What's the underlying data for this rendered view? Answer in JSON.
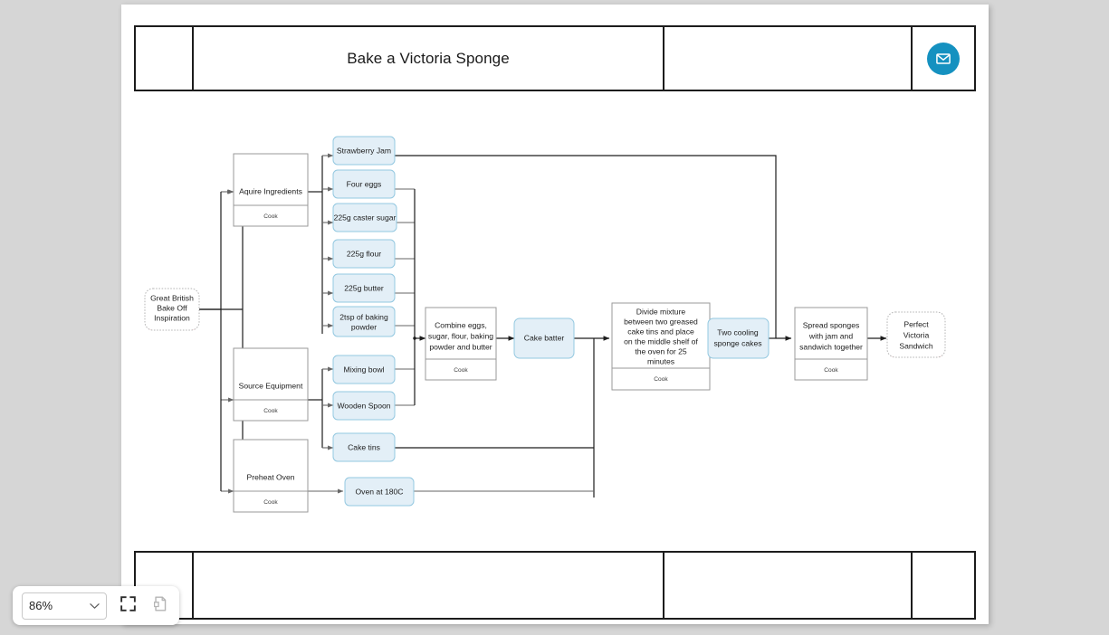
{
  "document": {
    "header": {
      "title": "Bake a Victoria Sponge",
      "cells": [
        "",
        "Bake a Victoria Sponge",
        "",
        ""
      ],
      "icon": "envelope-icon",
      "icon_color": "#1591c0"
    },
    "footer": {
      "cells": [
        "",
        "",
        "",
        ""
      ]
    }
  },
  "zoom_control": {
    "level": "86%",
    "chevron": "chevron-down-icon",
    "fit_icon": "fit-to-screen-icon",
    "page_icon": "page-icon"
  },
  "colors": {
    "canvas": "#ffffff",
    "background": "#d6d6d6",
    "process_fill": "#ffffff",
    "process_stroke": "#9a9a9a",
    "data_fill": "#e3eff7",
    "data_stroke": "#93c8e0",
    "terminator_stroke": "#b6b6b6",
    "terminator_accent": "#e8000d",
    "edge": "#666666",
    "edge_dark": "#1d1d1d",
    "accent": "#1591c0"
  },
  "flowchart": {
    "pool_label": "Cook",
    "nodes": [
      {
        "id": "start",
        "type": "terminator",
        "label": [
          "Great British",
          "Bake Off",
          "Inspiration"
        ]
      },
      {
        "id": "acquire",
        "type": "process",
        "label": [
          "Aquire Ingredients"
        ],
        "pool": "Cook"
      },
      {
        "id": "source",
        "type": "process",
        "label": [
          "Source Equipment"
        ],
        "pool": "Cook"
      },
      {
        "id": "preheat",
        "type": "process",
        "label": [
          "Preheat Oven"
        ],
        "pool": "Cook"
      },
      {
        "id": "jam",
        "type": "data",
        "label": [
          "Strawberry Jam"
        ]
      },
      {
        "id": "eggs",
        "type": "data",
        "label": [
          "Four eggs"
        ]
      },
      {
        "id": "sugar",
        "type": "data",
        "label": [
          "225g caster sugar"
        ]
      },
      {
        "id": "flour",
        "type": "data",
        "label": [
          "225g flour"
        ]
      },
      {
        "id": "butter",
        "type": "data",
        "label": [
          "225g butter"
        ]
      },
      {
        "id": "bakingpowder",
        "type": "data",
        "label": [
          "2tsp of baking",
          "powder"
        ]
      },
      {
        "id": "bowl",
        "type": "data",
        "label": [
          "Mixing bowl"
        ]
      },
      {
        "id": "spoon",
        "type": "data",
        "label": [
          "Wooden Spoon"
        ]
      },
      {
        "id": "tins",
        "type": "data",
        "label": [
          "Cake tins"
        ]
      },
      {
        "id": "oven",
        "type": "data",
        "label": [
          "Oven at 180C"
        ]
      },
      {
        "id": "combine",
        "type": "process",
        "label": [
          "Combine eggs,",
          "sugar, flour, baking",
          "powder and butter"
        ],
        "pool": "Cook"
      },
      {
        "id": "batter",
        "type": "data",
        "label": [
          "Cake batter"
        ]
      },
      {
        "id": "divide",
        "type": "process",
        "label": [
          "Divide mixture",
          "between two greased",
          "cake tins and place",
          "on the middle shelf of",
          "the oven for 25",
          "minutes"
        ],
        "pool": "Cook"
      },
      {
        "id": "cooling",
        "type": "data",
        "label": [
          "Two cooling",
          "sponge cakes"
        ]
      },
      {
        "id": "spread",
        "type": "process",
        "label": [
          "Spread sponges",
          "with jam and",
          "sandwich together"
        ],
        "pool": "Cook"
      },
      {
        "id": "end",
        "type": "terminator",
        "label": [
          "Perfect",
          "Victoria",
          "Sandwich"
        ]
      }
    ],
    "edges": [
      {
        "from": "start",
        "to": "acquire"
      },
      {
        "from": "start",
        "to": "source"
      },
      {
        "from": "start",
        "to": "preheat"
      },
      {
        "from": "acquire",
        "to": "jam"
      },
      {
        "from": "acquire",
        "to": "eggs"
      },
      {
        "from": "acquire",
        "to": "sugar"
      },
      {
        "from": "acquire",
        "to": "flour"
      },
      {
        "from": "acquire",
        "to": "butter"
      },
      {
        "from": "acquire",
        "to": "bakingpowder"
      },
      {
        "from": "source",
        "to": "bowl"
      },
      {
        "from": "source",
        "to": "spoon"
      },
      {
        "from": "source",
        "to": "tins"
      },
      {
        "from": "preheat",
        "to": "oven"
      },
      {
        "from": "eggs",
        "to": "combine"
      },
      {
        "from": "sugar",
        "to": "combine"
      },
      {
        "from": "flour",
        "to": "combine"
      },
      {
        "from": "butter",
        "to": "combine"
      },
      {
        "from": "bakingpowder",
        "to": "combine"
      },
      {
        "from": "bowl",
        "to": "combine"
      },
      {
        "from": "spoon",
        "to": "combine"
      },
      {
        "from": "combine",
        "to": "batter"
      },
      {
        "from": "batter",
        "to": "divide"
      },
      {
        "from": "tins",
        "to": "divide"
      },
      {
        "from": "oven",
        "to": "divide"
      },
      {
        "from": "divide",
        "to": "cooling"
      },
      {
        "from": "cooling",
        "to": "spread"
      },
      {
        "from": "jam",
        "to": "spread"
      },
      {
        "from": "spread",
        "to": "end"
      }
    ]
  }
}
